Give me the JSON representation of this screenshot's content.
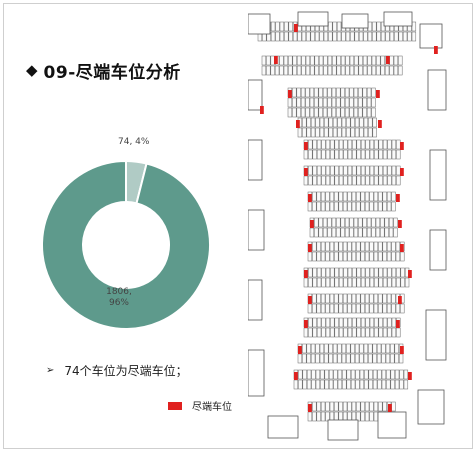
{
  "slide": {
    "title_bullet": "◆",
    "title": "09-尽端车位分析",
    "bullet_arrow": "➢",
    "bullet_text": "74个车位为尽端车位；",
    "legend_label": "尽端车位"
  },
  "colors": {
    "main_slice": "#5e9a8c",
    "minor_slice": "#b0cbc5",
    "end_spot": "#e0211f",
    "plan_line": "#666666"
  },
  "chart_data": {
    "type": "pie",
    "variant": "donut",
    "title": "",
    "slices": [
      {
        "value": 74,
        "percent": "4%",
        "label": "74, 4%"
      },
      {
        "value": 1806,
        "percent": "96%",
        "label_line1": "1806,",
        "label_line2": "96%"
      }
    ]
  },
  "floor_plan": {
    "description_icon": "parking-floor-plan-image"
  }
}
